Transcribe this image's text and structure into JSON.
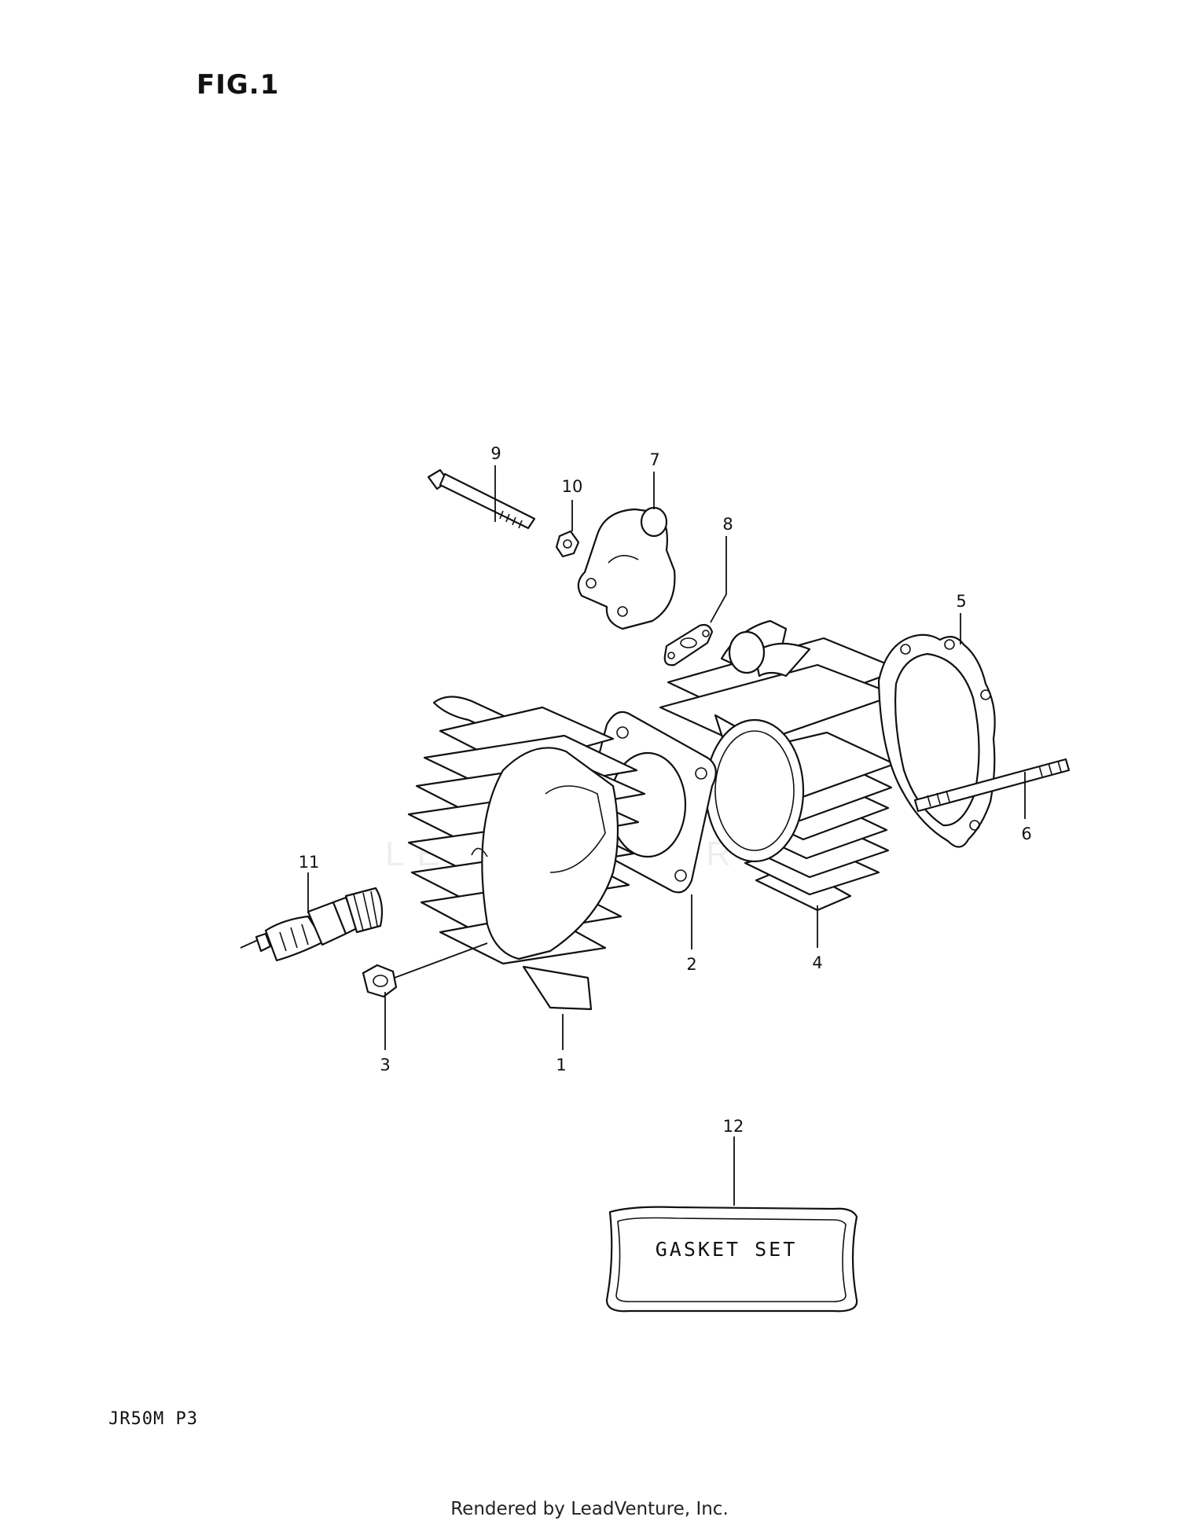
{
  "figure": {
    "title": "FIG.1"
  },
  "callouts": [
    "1",
    "2",
    "3",
    "4",
    "5",
    "6",
    "7",
    "8",
    "9",
    "10",
    "11",
    "12"
  ],
  "gasket_box": {
    "label": "GASKET SET"
  },
  "footer": {
    "model_code": "JR50M P3",
    "rendered_by": "Rendered by LeadVenture, Inc."
  },
  "watermark": {
    "text": "LEADVENTURE"
  }
}
